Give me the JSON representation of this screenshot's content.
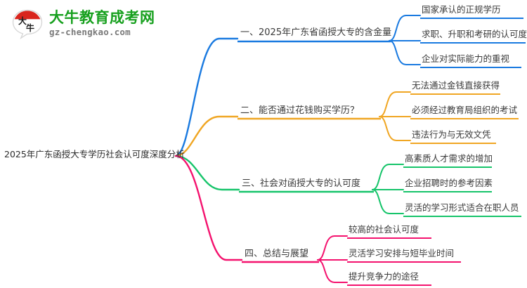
{
  "logo": {
    "mark_name": "daniu-speech-bubble-logo",
    "mark_text": "大牛",
    "brand_cn": "大牛教育成考网",
    "brand_url": "gz-chengkao.com",
    "brand_color": "#17a01e",
    "accent_color": "#d9251d"
  },
  "mindmap": {
    "root": {
      "label": "2025年广东函授大专学历社会认可度深度分析"
    },
    "branches": [
      {
        "label": "一、2025年广东省函授大专的含金量",
        "color": "#1a7ae0",
        "children": [
          {
            "label": "国家承认的正规学历"
          },
          {
            "label": "求职、升职和考研的认可度"
          },
          {
            "label": "企业对实际能力的重视"
          }
        ]
      },
      {
        "label": "二、能否通过花钱购买学历？",
        "color": "#f0a623",
        "children": [
          {
            "label": "无法通过金钱直接获得"
          },
          {
            "label": "必须经过教育局组织的考试"
          },
          {
            "label": "违法行为与无效文凭"
          }
        ]
      },
      {
        "label": "三、社会对函授大专的认可度",
        "color": "#16c46a",
        "children": [
          {
            "label": "高素质人才需求的增加"
          },
          {
            "label": "企业招聘时的参考因素"
          },
          {
            "label": "灵活的学习形式适合在职人员"
          }
        ]
      },
      {
        "label": "四、总结与展望",
        "color": "#f4126e",
        "children": [
          {
            "label": "较高的社会认可度"
          },
          {
            "label": "灵活学习安排与短毕业时间"
          },
          {
            "label": "提升竞争力的途径"
          }
        ]
      }
    ]
  }
}
